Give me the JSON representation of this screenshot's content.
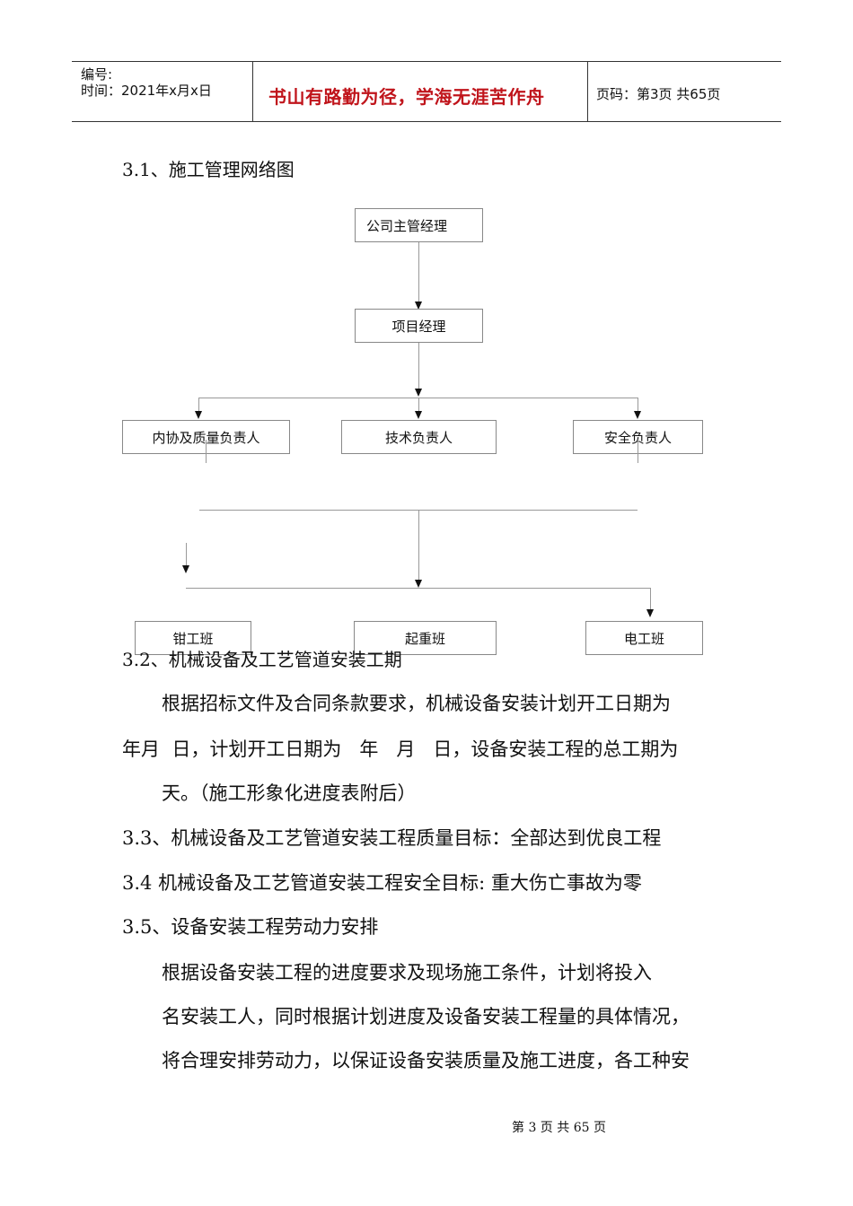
{
  "header": {
    "number_label": "编号:",
    "time_label": "时间：2021年x月x日",
    "motto": "书山有路勤为径，学海无涯苦作舟",
    "page_info": "页码：第3页  共65页"
  },
  "org_chart": {
    "section_title": "3.1、施工管理网络图",
    "top": "公司主管经理",
    "manager": "项目经理",
    "leads": [
      "内协及质量负责人",
      "技术负责人",
      "安全负责人"
    ],
    "teams": [
      "钳工班",
      "起重班",
      "电工班"
    ]
  },
  "content": {
    "s32_title": "3.2、机械设备及工艺管道安装工期",
    "s32_p1": "根据招标文件及合同条款要求，机械设备安装计划开工日期为",
    "s32_p2": "年月  日，计划开工日期为   年   月   日，设备安装工程的总工期为",
    "s32_p3": "天。（施工形象化进度表附后）",
    "s33": "3.3、机械设备及工艺管道安装工程质量目标：全部达到优良工程",
    "s34": "3.4 机械设备及工艺管道安装工程安全目标: 重大伤亡事故为零",
    "s35_title": "3.5、设备安装工程劳动力安排",
    "s35_p1": "根据设备安装工程的进度要求及现场施工条件，计划将投入",
    "s35_p2": "名安装工人，同时根据计划进度及设备安装工程量的具体情况，",
    "s35_p3": "将合理安排劳动力，以保证设备安装质量及施工进度，各工种安"
  },
  "footer": {
    "page_text": "第 3 页 共 65 页"
  }
}
